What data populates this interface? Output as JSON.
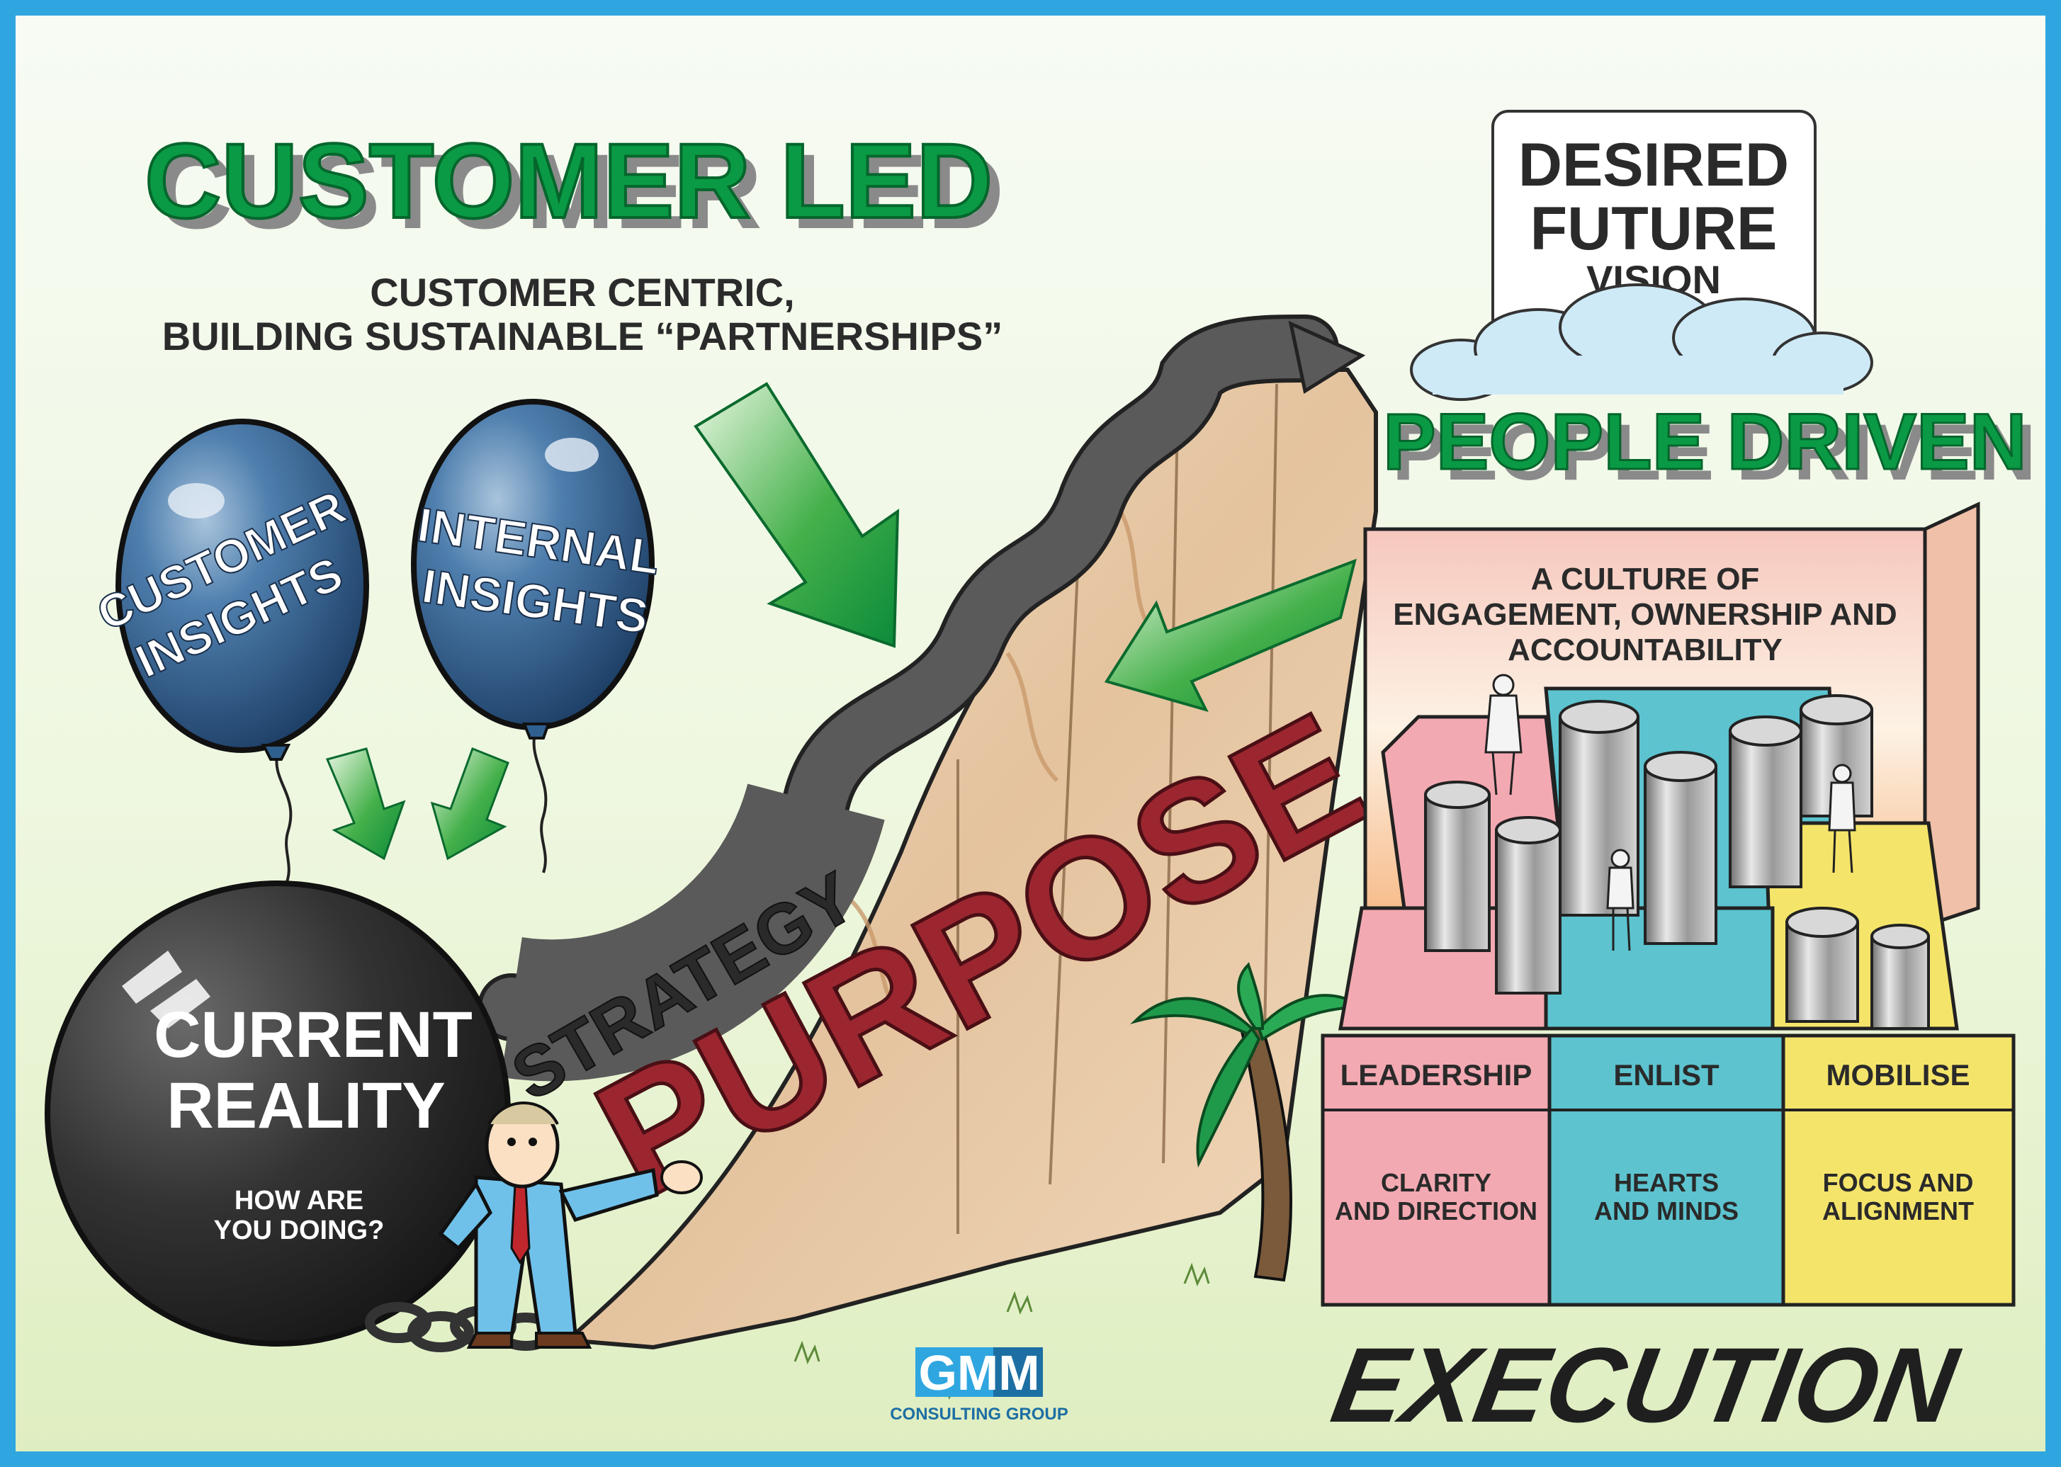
{
  "titles": {
    "customer_led": "CUSTOMER LED",
    "subtitle_line1": "CUSTOMER CENTRIC,",
    "subtitle_line2": "BUILDING SUSTAINABLE “PARTNERSHIPS”",
    "people_driven": "PEOPLE DRIVEN",
    "execution": "EXECUTION"
  },
  "vision": {
    "line1": "DESIRED",
    "line2": "FUTURE",
    "line3": "VISION"
  },
  "balloons": [
    {
      "line1": "CUSTOMER",
      "line2": "INSIGHTS"
    },
    {
      "line1": "INTERNAL",
      "line2": "INSIGHTS"
    }
  ],
  "current_reality": {
    "line1": "CURRENT",
    "line2": "REALITY",
    "question_line1": "HOW ARE",
    "question_line2": "YOU DOING?"
  },
  "strategy": "STRATEGY",
  "purpose": "PURPOSE",
  "culture": {
    "line1": "A CULTURE OF",
    "line2": "ENGAGEMENT, OWNERSHIP AND",
    "line3": "ACCOUNTABILITY"
  },
  "pillars": [
    {
      "label": "LEADERSHIP",
      "desc_line1": "CLARITY",
      "desc_line2": "AND DIRECTION",
      "color": "#f3a9b2"
    },
    {
      "label": "ENLIST",
      "desc_line1": "HEARTS",
      "desc_line2": "AND MINDS",
      "color": "#5cc3cf"
    },
    {
      "label": "MOBILISE",
      "desc_line1": "FOCUS AND",
      "desc_line2": "ALIGNMENT",
      "color": "#f4e46a"
    }
  ],
  "logo": {
    "letters": "GMM",
    "tagline": "CONSULTING GROUP"
  },
  "colors": {
    "frame": "#2fa6e0",
    "green": "#0a9a45",
    "purpose_red": "#9b2630",
    "balloon_blue": "#2f5f8f",
    "road_grey": "#5a5a5a"
  }
}
